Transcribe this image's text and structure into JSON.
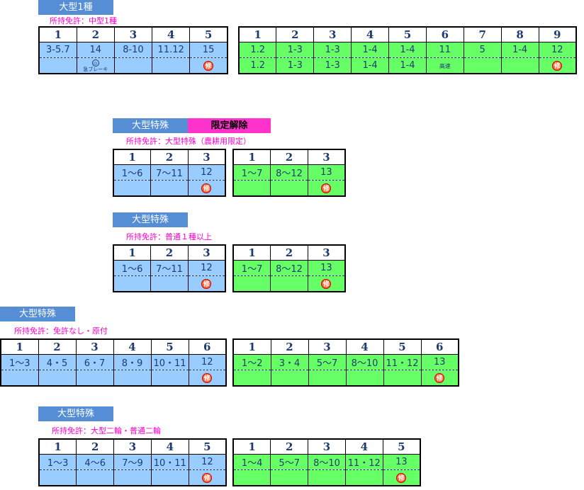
{
  "section1": {
    "title": "大型1種",
    "license": "所持免許：中型1種",
    "blue": {
      "headers": [
        "1",
        "2",
        "3",
        "4",
        "5"
      ],
      "row1": [
        "3-5.7",
        "14",
        "8-10",
        "11.12",
        "15"
      ],
      "row2": [
        "",
        "",
        "",
        "",
        ""
      ],
      "brake_label": "急ブレーキ"
    },
    "green": {
      "headers": [
        "1",
        "2",
        "3",
        "4",
        "5",
        "6",
        "7",
        "8",
        "9"
      ],
      "row1": [
        "1.2",
        "1-3",
        "1-3",
        "1-4",
        "1-4",
        "11",
        "5",
        "1-4",
        "12"
      ],
      "row2": [
        "1.2",
        "1-3",
        "1-3",
        "1-4",
        "1-4",
        "",
        "",
        "",
        ""
      ],
      "highway_label": "高速"
    }
  },
  "section2": {
    "title": "大型特殊",
    "badge": "限定解除",
    "license": "所持免許：大型特殊（農耕用限定）",
    "blue": {
      "headers": [
        "1",
        "2",
        "3"
      ],
      "row1": [
        "1～6",
        "7～11",
        "12"
      ]
    },
    "green": {
      "headers": [
        "1",
        "2",
        "3"
      ],
      "row1": [
        "1～7",
        "8～12",
        "13"
      ]
    }
  },
  "section3": {
    "title": "大型特殊",
    "license": "所持免許：普通１種以上",
    "blue": {
      "headers": [
        "1",
        "2",
        "3"
      ],
      "row1": [
        "1～6",
        "7～11",
        "12"
      ]
    },
    "green": {
      "headers": [
        "1",
        "2",
        "3"
      ],
      "row1": [
        "1～7",
        "8～12",
        "13"
      ]
    }
  },
  "section4": {
    "title": "大型特殊",
    "license": "所持免許：免許なし・原付",
    "blue": {
      "headers": [
        "1",
        "2",
        "3",
        "4",
        "5",
        "6"
      ],
      "row1": [
        "1～3",
        "4・5",
        "6・7",
        "8・9",
        "10・11",
        "12"
      ]
    },
    "green": {
      "headers": [
        "1",
        "2",
        "3",
        "4",
        "5",
        "6"
      ],
      "row1": [
        "1～2",
        "3・4",
        "5～7",
        "8～10",
        "11・12",
        "13"
      ]
    }
  },
  "section5": {
    "title": "大型特殊",
    "license": "所持免許：大型二輪・普通二輪",
    "blue": {
      "headers": [
        "1",
        "2",
        "3",
        "4",
        "5"
      ],
      "row1": [
        "1～3",
        "4～6",
        "7～9",
        "10・11",
        "12"
      ]
    },
    "green": {
      "headers": [
        "1",
        "2",
        "3",
        "4",
        "5"
      ],
      "row1": [
        "1～4",
        "5～7",
        "8～10",
        "11・12",
        "13"
      ]
    }
  },
  "completion_mark": "修",
  "colors": {
    "blue_cell": "#99ccff",
    "green_cell": "#66ff66",
    "title_blue": "#558ed5",
    "badge_magenta": "#ff33cc",
    "license_text": "#ff00cc",
    "mark": "#ff6633"
  }
}
